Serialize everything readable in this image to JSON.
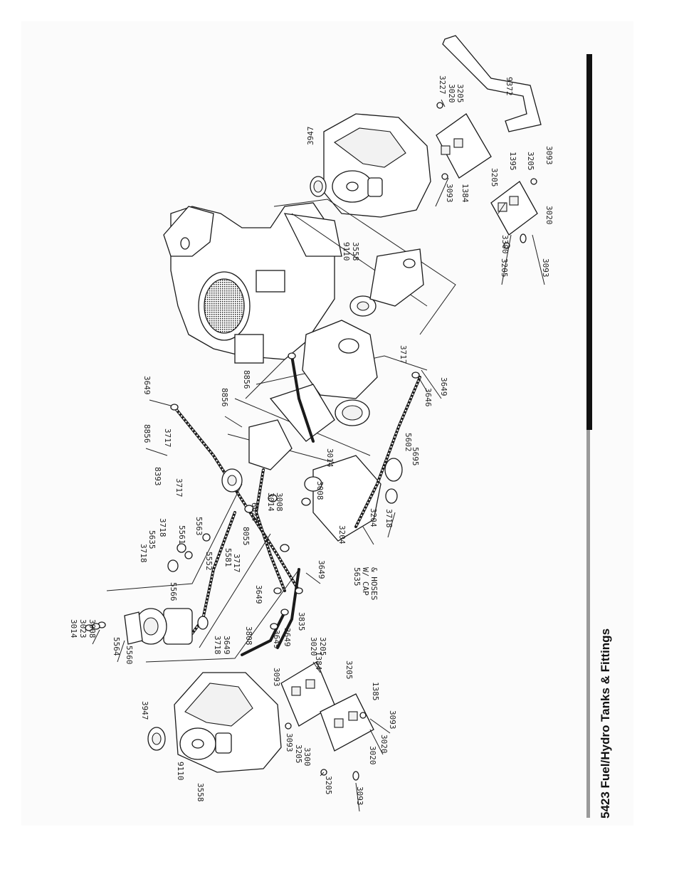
{
  "title": "5423 Fuel/Hydro Tanks & Fittings",
  "callouts": {
    "c9372": "9372",
    "c3227": "3227",
    "c3020a": "3020",
    "c3205a": "3205",
    "c3947a": "3947",
    "c9110a": "9110",
    "c3558a": "3558",
    "c3093a": "3093",
    "c1384a": "1384",
    "c3205b": "3205",
    "c1395a": "1395",
    "c3205c": "3205",
    "c3093b": "3093",
    "c3300a": "3300",
    "c3205d": "3205",
    "c3093c": "3093",
    "c3020b": "3020",
    "c3649a": "3649",
    "c8856a": "8856",
    "c8856b": "8856",
    "c8856c": "8856",
    "c3717a": "3717",
    "c3646": "3646",
    "c3649b": "3649",
    "c5602": "5602",
    "c3014a": "3014",
    "c5695": "5695",
    "c3717b": "3717",
    "c8393": "8393",
    "c3717c": "3717",
    "c6624": "6624",
    "c3014b": "3014",
    "c3008a": "3008",
    "c3008b": "3008",
    "c3204a": "3204",
    "c3718a": "3718",
    "c3718b": "3718",
    "c5635": "5635",
    "c5561": "5561",
    "c5563": "5563",
    "c8055": "8055",
    "c3204b": "3204",
    "c3718c": "3718",
    "c5552": "5552",
    "c5581": "5581",
    "c3717d": "3717",
    "c3649c": "3649",
    "c5635b": "5635",
    "c5635b_cap": "W/ CAP",
    "c5635b_hoses": "& HOSES",
    "c3014c": "3014",
    "c3023": "3023",
    "c3008c": "3008",
    "c5566": "5566",
    "c3649d": "3649",
    "c3649e": "3649",
    "c5564": "5564",
    "c5560": "5560",
    "c3718d": "3718",
    "c3649f": "3649",
    "c3808": "3808",
    "c3649g": "3649",
    "c3835": "3835",
    "c3020c": "3020",
    "c3205e": "3205",
    "c3947b": "3947",
    "c9110b": "9110",
    "c3558b": "3558",
    "c3093d": "3093",
    "c1384b": "1384",
    "c3205f": "3205",
    "c1385": "1385",
    "c3093e": "3093",
    "c3205g": "3205",
    "c3300b": "3300",
    "c3020d": "3020",
    "c3093f": "3093",
    "c3205h": "3205",
    "c3093g": "3093",
    "c3020e": "3020"
  }
}
